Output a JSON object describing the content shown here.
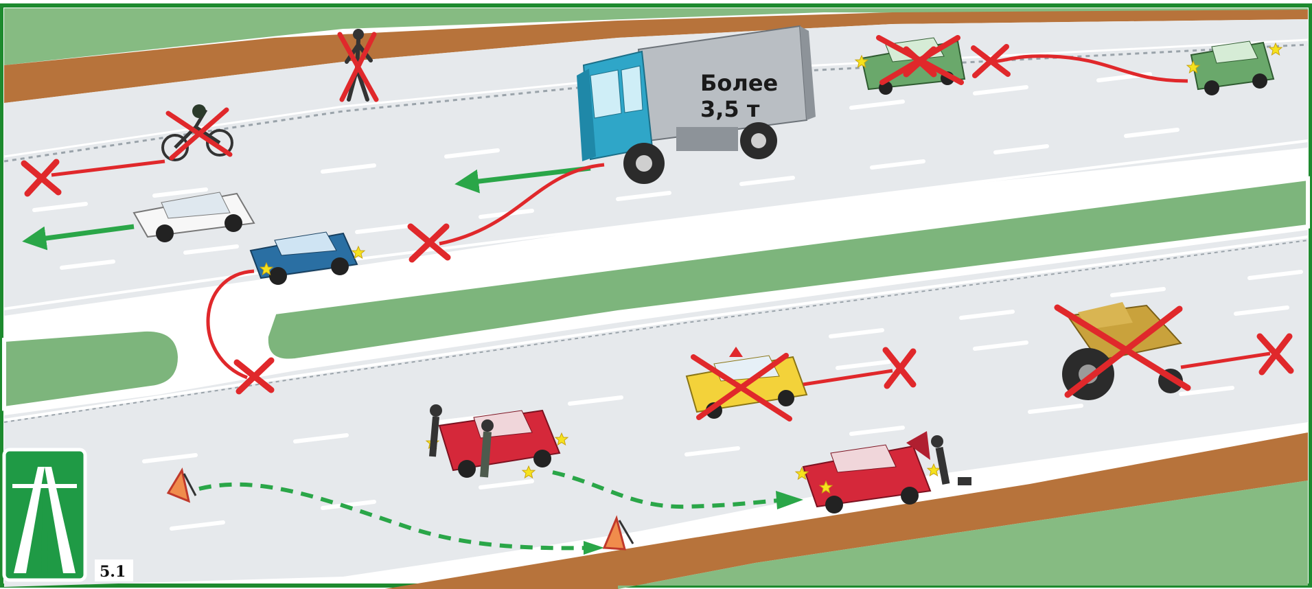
{
  "truck": {
    "label_line1": "Более",
    "label_line2": "3,5  т"
  },
  "sign": {
    "number": "5.1"
  },
  "colors": {
    "frame_green": "#1d8a2e",
    "road": "#e6e9ec",
    "median_green": "#7db57c",
    "dirt": "#b7733b",
    "grass": "#86bb82",
    "prohibited_red": "#e0282b",
    "allowed_green": "#2aa648"
  },
  "icons": [
    "motorway-sign-icon",
    "warning-triangle-icon",
    "cross-mark-icon",
    "arrow-icon",
    "hazard-light-star-icon"
  ]
}
